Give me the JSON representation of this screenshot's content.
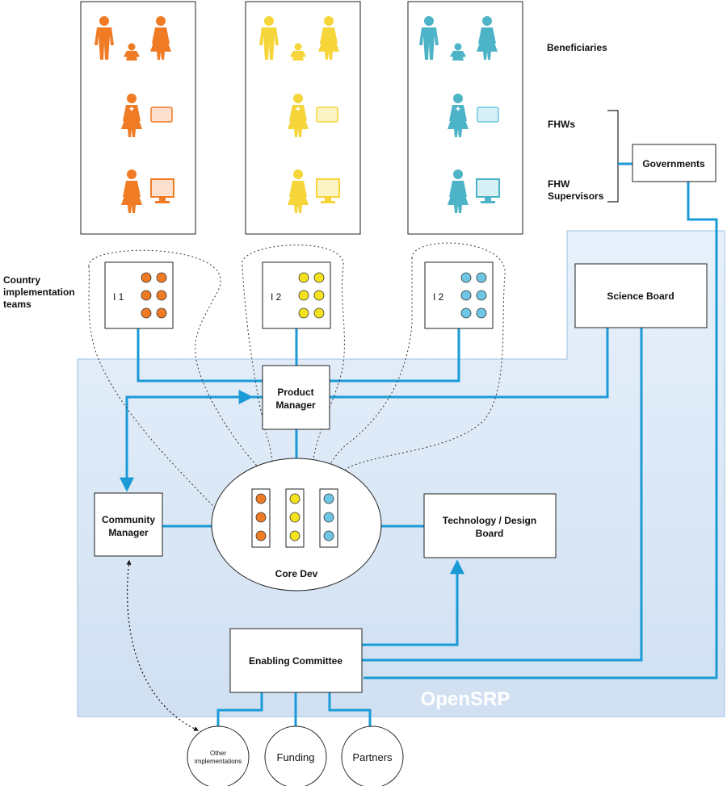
{
  "labels": {
    "beneficiaries": "Beneficiaries",
    "fhws": "FHWs",
    "fhw_supervisors_l1": "FHW",
    "fhw_supervisors_l2": "Supervisors",
    "country_teams_l1": "Country",
    "country_teams_l2": "implementation",
    "country_teams_l3": "teams",
    "opensrp": "OpenSRP"
  },
  "nodes": {
    "governments": "Governments",
    "science_board": "Science Board",
    "product_manager_l1": "Product",
    "product_manager_l2": "Manager",
    "community_manager_l1": "Community",
    "community_manager_l2": "Manager",
    "core_dev": "Core Dev",
    "tech_design_l1": "Technology / Design",
    "tech_design_l2": "Board",
    "enabling_committee": "Enabling Committee",
    "other_impl_l1": "Other",
    "other_impl_l2": "implementations",
    "funding": "Funding",
    "partners": "Partners"
  },
  "teams": [
    {
      "id": "I1",
      "label": "I 1",
      "color": "#ef7b24"
    },
    {
      "id": "I2a",
      "label": "I 2",
      "color": "#f5e21e"
    },
    {
      "id": "I2b",
      "label": "I 2",
      "color": "#6ec6e4"
    }
  ],
  "colors": {
    "connector": "#1a9ad6",
    "region_fill": "#dce9f7",
    "region_stroke": "#9fc1e3",
    "orange": "#ef7b24",
    "yellow": "#f5d53a",
    "teal": "#4db3c6"
  },
  "icons": {
    "family": "family-icon",
    "health_worker": "health-worker-tablet-icon",
    "supervisor": "supervisor-computer-icon"
  }
}
